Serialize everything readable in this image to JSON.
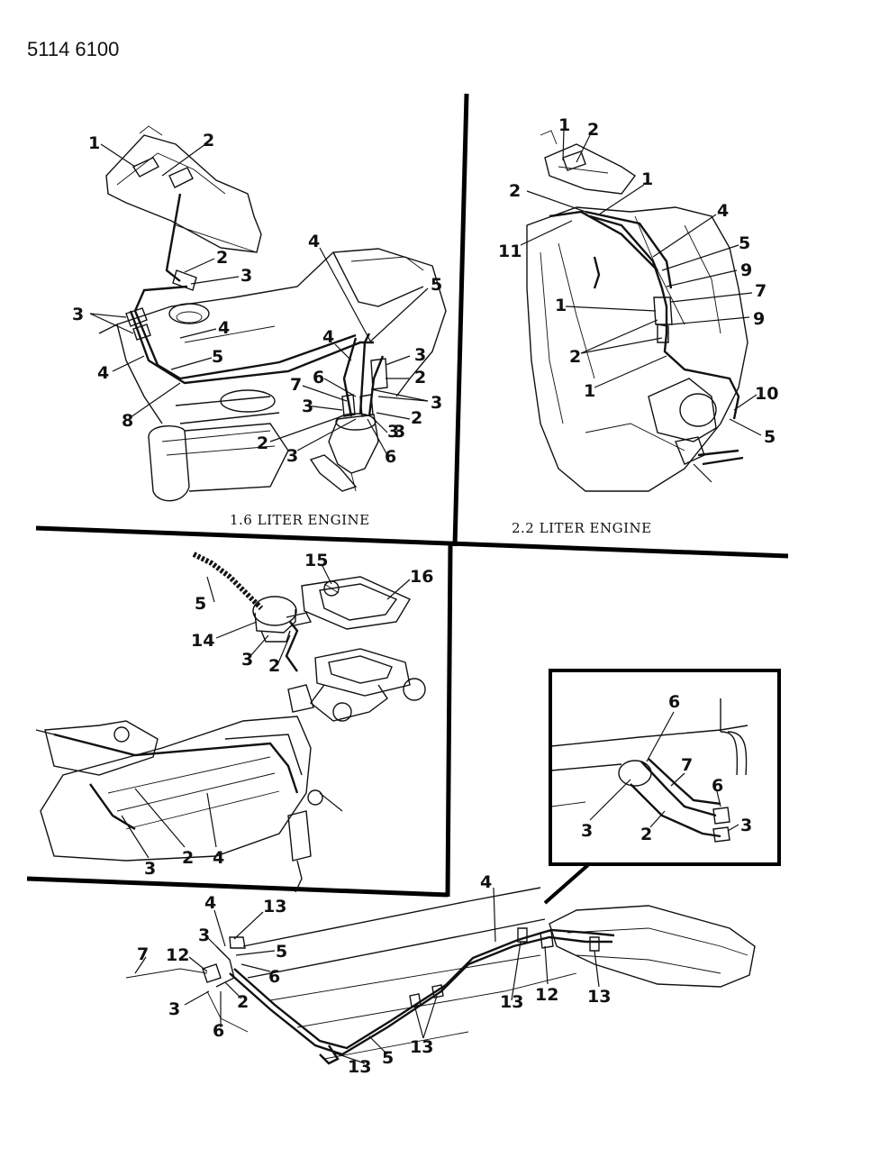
{
  "part_number": "5114 6100",
  "captions": {
    "engine_16": "1.6 LITER ENGINE",
    "engine_22": "2.2 LITER ENGINE"
  },
  "callouts": {
    "p1": [
      "1",
      "2",
      "2",
      "3",
      "3",
      "4",
      "5",
      "4",
      "8",
      "4",
      "5",
      "4",
      "3",
      "6",
      "2",
      "7",
      "3",
      "3",
      "3",
      "2",
      "3",
      "2",
      "3",
      "6"
    ],
    "p2": [
      "1",
      "2",
      "2",
      "1",
      "11",
      "4",
      "5",
      "9",
      "7",
      "1",
      "9",
      "2",
      "1",
      "10",
      "5"
    ],
    "p3": [
      "15",
      "16",
      "5",
      "14",
      "3",
      "2",
      "3",
      "2",
      "4"
    ],
    "p4": [
      "6",
      "7",
      "6",
      "3",
      "2",
      "3"
    ],
    "p5": [
      "4",
      "4",
      "13",
      "3",
      "5",
      "7",
      "12",
      "6",
      "3",
      "2",
      "6",
      "13",
      "5",
      "13",
      "12",
      "13",
      "13"
    ]
  }
}
